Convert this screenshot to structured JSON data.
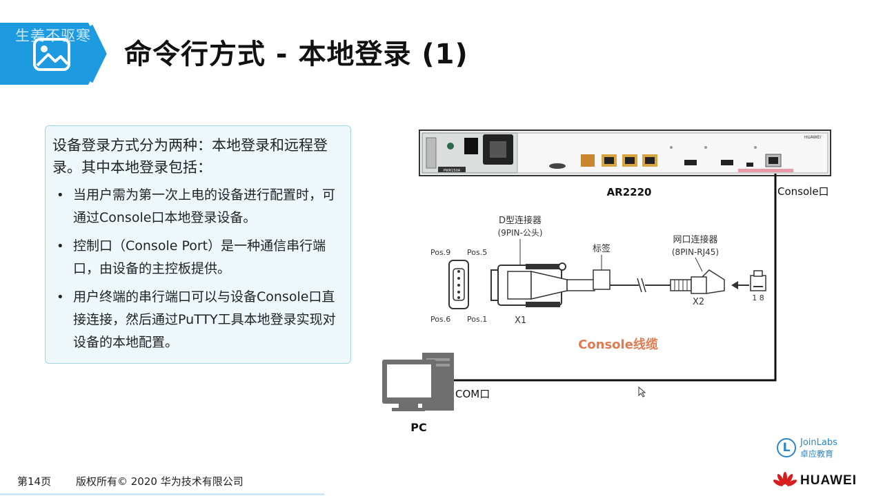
{
  "header": {
    "overlay_text": "生姜不驱寒",
    "title": "命令行方式 - 本地登录 (1)"
  },
  "content": {
    "intro": "设备登录方式分为两种：本地登录和远程登录。其中本地登录包括：",
    "bullets": [
      "当用户需为第一次上电的设备进行配置时，可通过Console口本地登录设备。",
      "控制口（Console Port）是一种通信串行端口，由设备的主控板提供。",
      "用户终端的串行端口可以与设备Console口直接连接，然后通过PuTTY工具本地登录实现对设备的本地配置。"
    ]
  },
  "diagram": {
    "device_name": "AR2220",
    "console_port_label": "Console口",
    "router_brand": "HUAWEI",
    "psu_label": "PWR150A",
    "d_connector_label": "D型连接器",
    "d_connector_sub": "(9PIN-公头)",
    "tag_label": "标签",
    "rj45_connector_label": "网口连接器",
    "rj45_connector_sub": "(8PIN-RJ45)",
    "pos9": "Pos.9",
    "pos5": "Pos.5",
    "pos6": "Pos.6",
    "pos1": "Pos.1",
    "x1": "X1",
    "x2": "X2",
    "pin_numbers": "1 8",
    "cable_label": "Console线缆",
    "com_label": "COM口",
    "pc_label": "PC"
  },
  "footer": {
    "page": "第14页",
    "copyright": "版权所有© 2020 华为技术有限公司",
    "joinlabs_name": "JoinLabs",
    "joinlabs_cn": "卓应教育",
    "huawei": "HUAWEI"
  },
  "colors": {
    "accent_blue": "#1e9be0",
    "cable_label": "#e07a52",
    "box_border": "#9fd7e6",
    "box_bg": "#eef8fb"
  }
}
